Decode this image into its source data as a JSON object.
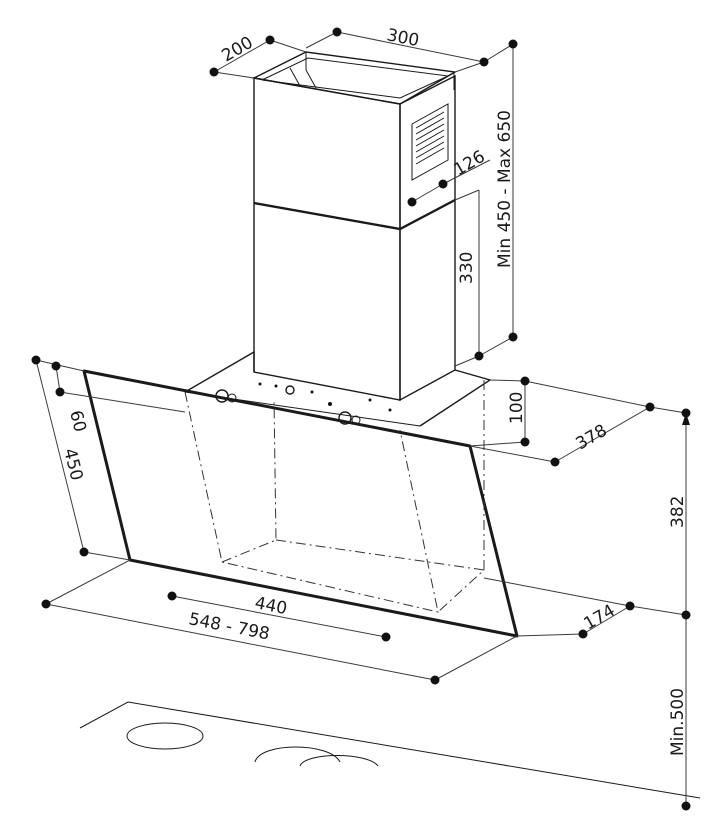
{
  "dimensions": {
    "chimney_depth": "200",
    "chimney_width": "300",
    "vent_width": "126",
    "chimney_height_range": "Min 450 - Max 650",
    "lower_chimney_height": "330",
    "bracket_height": "100",
    "glass_depth": "378",
    "canopy_top_offset": "60",
    "glass_height": "450",
    "base_depth": "174",
    "inner_width": "440",
    "overall_width": "548 - 798",
    "height_to_base": "382",
    "min_height_above_hob": "Min.500"
  }
}
